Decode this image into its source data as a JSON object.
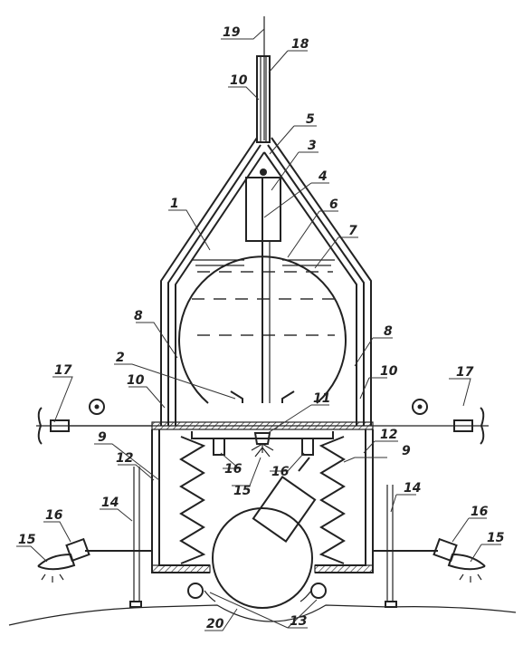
{
  "labels": {
    "l1": "1",
    "l2": "2",
    "l3": "3",
    "l4": "4",
    "l5": "5",
    "l6": "6",
    "l7": "7",
    "l8_left": "8",
    "l8_right": "8",
    "l9_left": "9",
    "l9_right": "9",
    "l10_top": "10",
    "l10_left": "10",
    "l10_right": "10",
    "l11": "11",
    "l12_left": "12",
    "l12_right": "12",
    "l13": "13",
    "l14_left": "14",
    "l14_right": "14",
    "l15_center": "15",
    "l15_left": "15",
    "l15_right": "15",
    "l16_inner_left": "16",
    "l16_inner_right": "16",
    "l16_left": "16",
    "l16_right": "16",
    "l17_left": "17",
    "l17_right": "17",
    "l18": "18",
    "l19": "19",
    "l20": "20"
  }
}
